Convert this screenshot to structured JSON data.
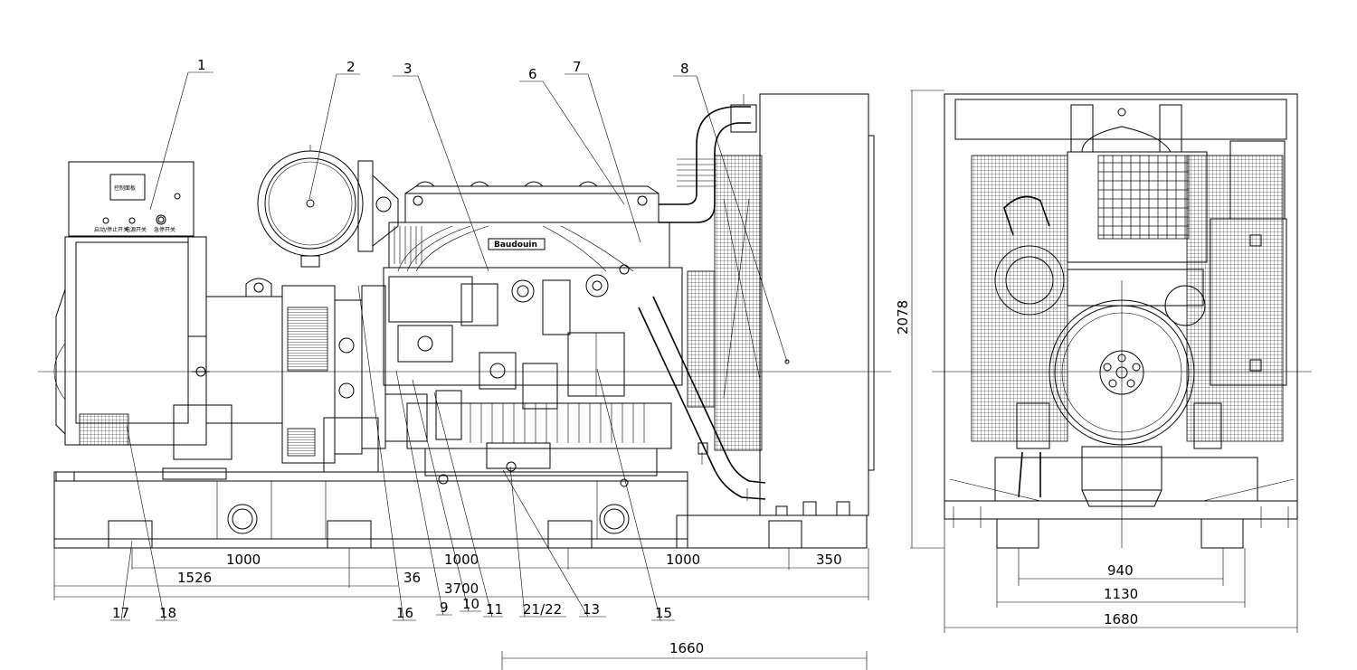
{
  "callouts": [
    "1",
    "2",
    "3",
    "6",
    "7",
    "8",
    "9",
    "10",
    "11",
    "13",
    "15",
    "16",
    "17",
    "18",
    "21/22"
  ],
  "dimensions": {
    "base_segment_1": "1000",
    "base_segment_2": "1000",
    "base_segment_3": "1000",
    "radiator_offset": "350",
    "alternator_span": "1526",
    "small_offset": "36",
    "total_length": "3700",
    "bottom_width": "1660",
    "total_height": "2078",
    "end_mount_inner": "940",
    "end_mount_outer": "1130",
    "end_total_width": "1680"
  },
  "panel_labels": {
    "title": "控制面板",
    "left_switch": "启动/停止开关",
    "mid_switch": "电源开关",
    "right_switch": "急停开关"
  },
  "engine_logo": "Baudouin"
}
